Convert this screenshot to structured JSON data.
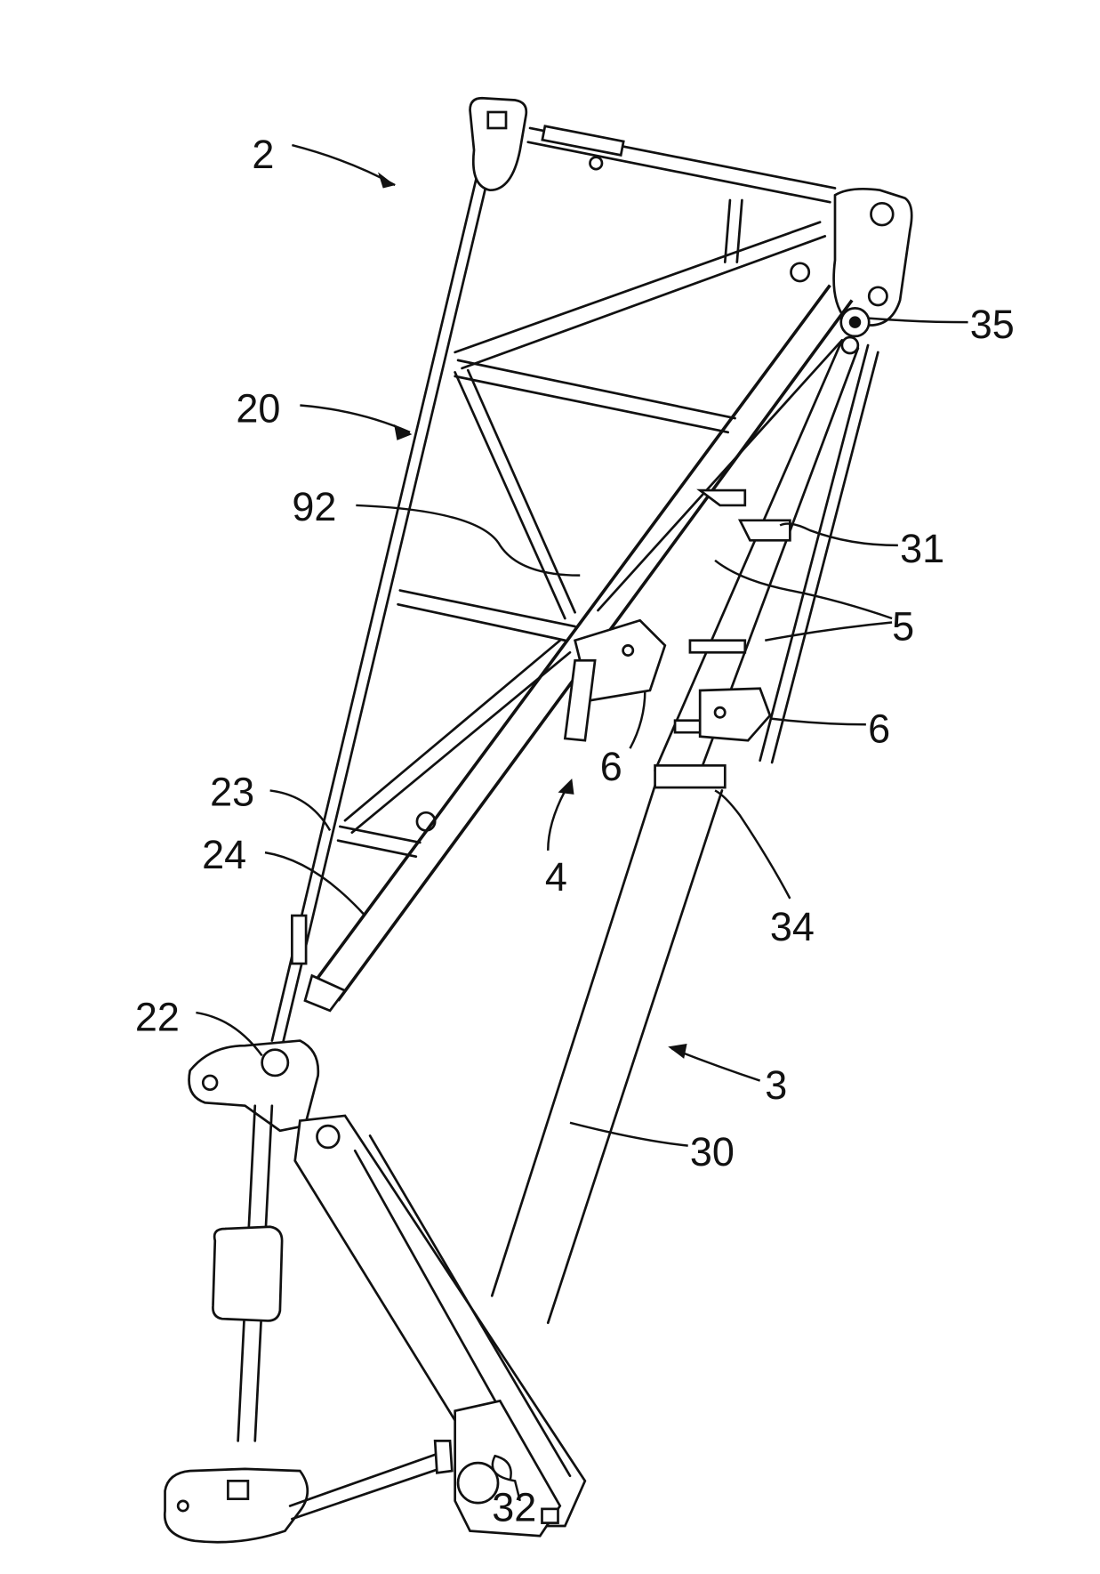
{
  "figure": {
    "reference_labels": [
      {
        "id": "label-2",
        "text": "2"
      },
      {
        "id": "label-20",
        "text": "20"
      },
      {
        "id": "label-92",
        "text": "92"
      },
      {
        "id": "label-35",
        "text": "35"
      },
      {
        "id": "label-31",
        "text": "31"
      },
      {
        "id": "label-5",
        "text": "5"
      },
      {
        "id": "label-6a",
        "text": "6"
      },
      {
        "id": "label-6b",
        "text": "6"
      },
      {
        "id": "label-4",
        "text": "4"
      },
      {
        "id": "label-23",
        "text": "23"
      },
      {
        "id": "label-24",
        "text": "24"
      },
      {
        "id": "label-34",
        "text": "34"
      },
      {
        "id": "label-22",
        "text": "22"
      },
      {
        "id": "label-3",
        "text": "3"
      },
      {
        "id": "label-30",
        "text": "30"
      },
      {
        "id": "label-32",
        "text": "32"
      }
    ]
  }
}
